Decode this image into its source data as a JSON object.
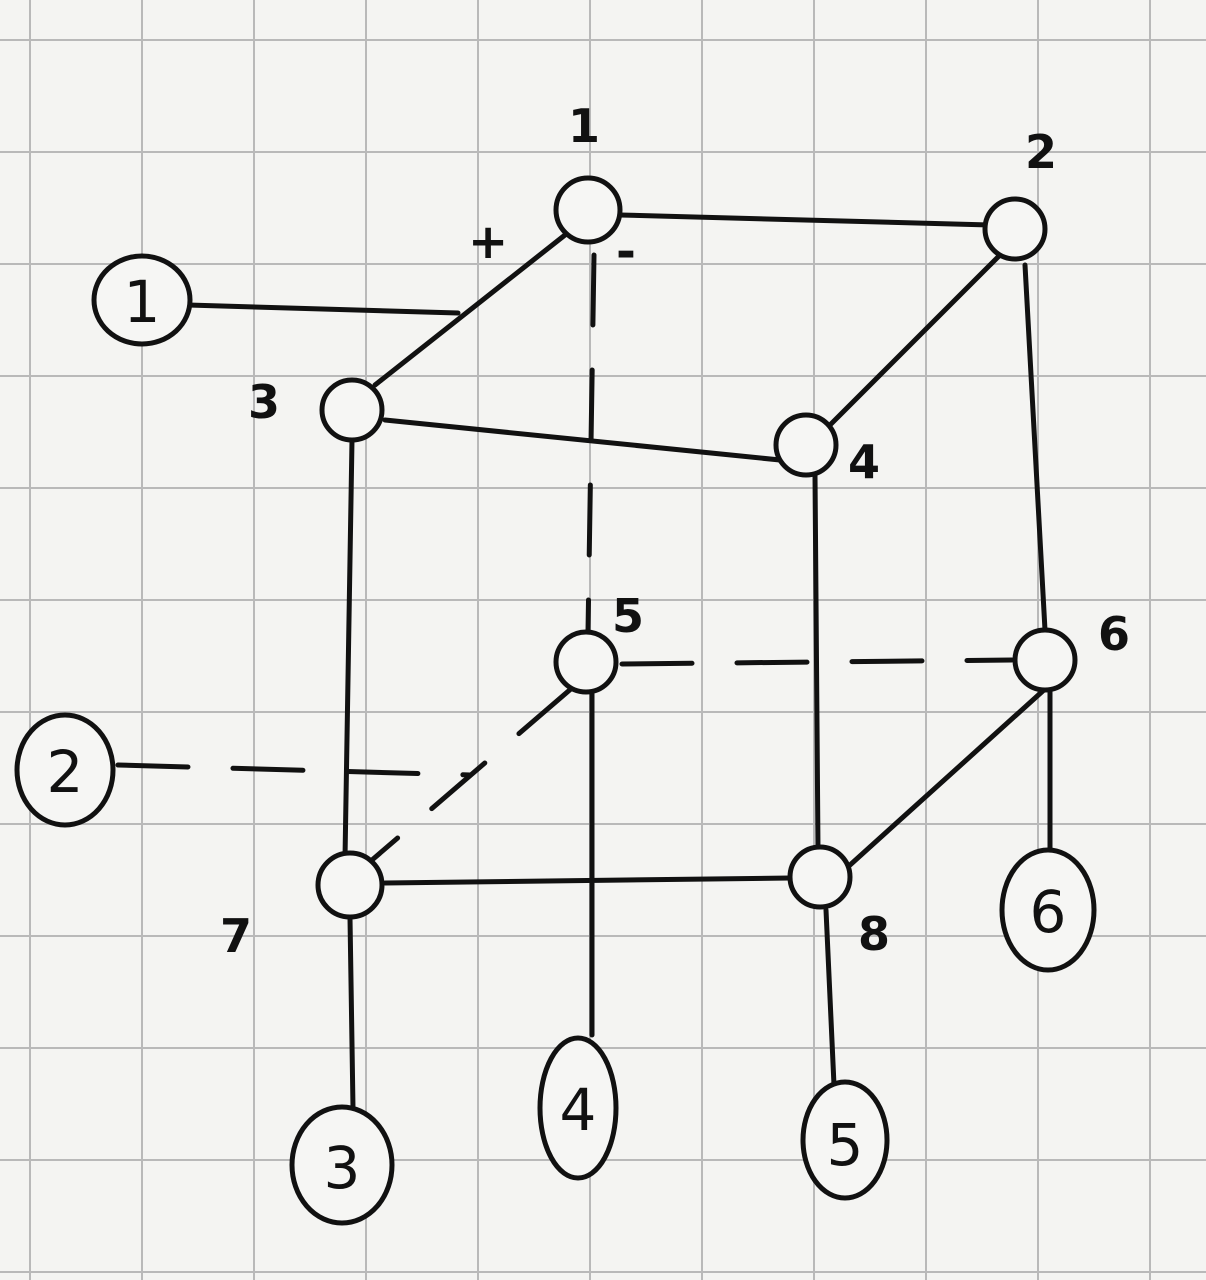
{
  "diagram": {
    "nodes": [
      {
        "id": "n1",
        "label": "1"
      },
      {
        "id": "n2",
        "label": "2"
      },
      {
        "id": "n3",
        "label": "3"
      },
      {
        "id": "n4",
        "label": "4"
      },
      {
        "id": "n5",
        "label": "5"
      },
      {
        "id": "n6",
        "label": "6"
      },
      {
        "id": "n7",
        "label": "7"
      },
      {
        "id": "n8",
        "label": "8"
      }
    ],
    "terminals": [
      {
        "id": "t1",
        "label": "1"
      },
      {
        "id": "t2",
        "label": "2"
      },
      {
        "id": "t3",
        "label": "3"
      },
      {
        "id": "t4",
        "label": "4"
      },
      {
        "id": "t5",
        "label": "5"
      },
      {
        "id": "t6",
        "label": "6"
      }
    ],
    "polarity": {
      "plus": "+",
      "minus": "-"
    }
  }
}
